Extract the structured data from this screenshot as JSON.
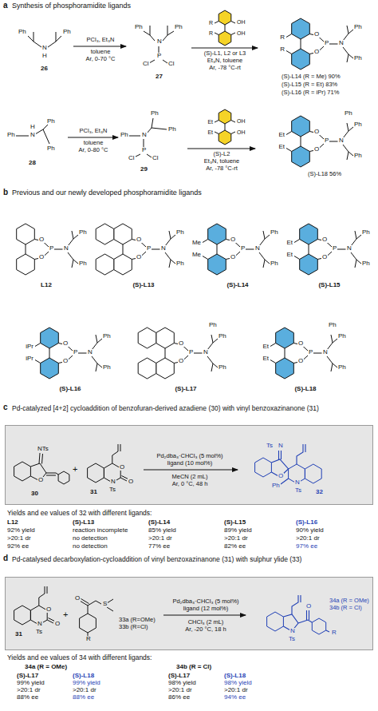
{
  "diagram": {
    "nodes": [
      {
        "text": [
          "Pd₂dba₃·CHCl₃ (5 mol%)",
          "ligand (10 mol%)",
          "MeCN (2 mL)",
          "Ar, 0 °C, 48 h"
        ]
      },
      {
        "text": [
          "Pd₂dba₃·CHCl₃ (5 mol%)",
          "ligand (12 mol%)",
          "CHCl₃ (2 mL)",
          "Ar, -20 °C, 18 h"
        ]
      }
    ],
    "labels": [
      "a",
      "Synthesis of phosphoramidite ligands",
      "Ph",
      "Ph",
      "N",
      "H",
      "26",
      "PCl₃, Et₃N",
      "toluene",
      "Ar, 0-70 °C",
      "Ph",
      "Ph",
      "N",
      "P",
      "Cl",
      "Cl",
      "27",
      "R",
      "R",
      "OH",
      "OH",
      "(S)-L1, L2 or L3",
      "Et₃N, toluene",
      "Ar, -78 °C-rt",
      "R",
      "R",
      "O",
      "O",
      "P",
      "N",
      "Ph",
      "Ph",
      "(S)-L14 (R = Me) 90%",
      "(S)-L15 (R = Et) 83%",
      "(S)-L16 (R = iPr) 71%",
      "Ph",
      "N",
      "H",
      "Ph",
      "Ph",
      "28",
      "PCl₃, Et₃N",
      "toluene",
      "Ar, 0-80 °C",
      "Ph",
      "N",
      "Ph",
      "Ph",
      "P",
      "Cl",
      "Cl",
      "29",
      "Et",
      "Et",
      "OH",
      "OH",
      "(S)-L2",
      "Et₃N, toluene",
      "Ar, -78 °C-rt",
      "Et",
      "Et",
      "O",
      "O",
      "P",
      "N",
      "Ph",
      "Ph",
      "Ph",
      "(S)-L18 56%",
      "b",
      "Previous and our newly developed phosphoramidite ligands",
      "O",
      "O",
      "P",
      "N",
      "Ph",
      "Ph",
      "L12",
      "O",
      "O",
      "P",
      "N",
      "Ph",
      "Ph",
      "(S)-L13",
      "Me",
      "Me",
      "O",
      "O",
      "P",
      "N",
      "Ph",
      "Ph",
      "(S)-L14",
      "Et",
      "Et",
      "O",
      "O",
      "P",
      "N",
      "Ph",
      "Ph",
      "(S)-L15",
      "iPr",
      "iPr",
      "O",
      "O",
      "P",
      "N",
      "Ph",
      "Ph",
      "(S)-L16",
      "O",
      "O",
      "P",
      "N",
      "Ph",
      "Ph",
      "Ph",
      "(S)-L17",
      "Et",
      "Et",
      "O",
      "O",
      "P",
      "N",
      "Ph",
      "Ph",
      "Ph",
      "(S)-L18",
      "c",
      "Pd-catalyzed [4+2] cycloaddition of benzofuran-derived azadiene (30) with vinyl benzoxazinanone (31)",
      "NTs",
      "O",
      "30",
      "+",
      "O",
      "O",
      "N",
      "Ts",
      "31",
      "Ts",
      "N",
      "O",
      "N",
      "Ts",
      "Ph",
      "32",
      "Yields and ee values of 32 with different ligands:",
      "L12",
      "92% yield",
      ">20:1 dr",
      "92% ee",
      "(S)-L13",
      "reaction incomplete",
      "no detection",
      "no detection",
      "(S)-L14",
      "85% yield",
      ">20:1 dr",
      "77% ee",
      "(S)-L15",
      "89% yield",
      ">20:1 dr",
      "82% ee",
      "(S)-L16",
      "90% yield",
      ">20:1 dr",
      "97% ee",
      "d",
      "Pd-catalysed decarboxylation-cycloaddition of vinyl benzoxazinanone (31) with sulphur ylide (33)",
      "O",
      "O",
      "N",
      "Ts",
      "31",
      "+",
      "O",
      "S",
      "R",
      "33a (R=OMe)",
      "33b (R=Cl)",
      "N",
      "Ts",
      "O",
      "R",
      "34a (R = OMe)",
      "34b (R = Cl)",
      "Yields and ee values of 34 with different ligands:",
      "34a (R = OMe)",
      "34b (R = Cl)",
      "(S)-L17",
      "99% yield",
      ">20:1 dr",
      "88% ee",
      "(S)-L18",
      "99% yield",
      ">20:1 dr",
      "88% ee",
      "(S)-L17",
      "98% yield",
      ">20:1 dr",
      "86% ee",
      "(S)-L18",
      "98% yield",
      ">20:1 dr",
      "94% ee"
    ]
  }
}
